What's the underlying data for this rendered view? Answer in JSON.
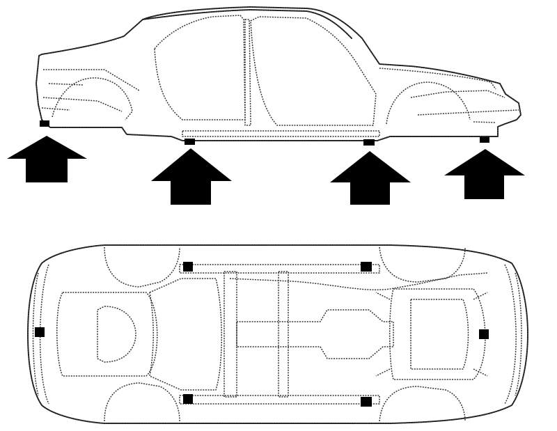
{
  "diagram": {
    "views": [
      {
        "id": "side-view",
        "label": ""
      },
      {
        "id": "underbody-view",
        "label": ""
      }
    ],
    "side_lift_points": 4,
    "underbody_support_points": 6,
    "colors": {
      "line": "#222222",
      "marker": "#000000",
      "background": "#ffffff"
    },
    "icons": [
      "lift-arrow-icon",
      "support-point-marker"
    ]
  }
}
